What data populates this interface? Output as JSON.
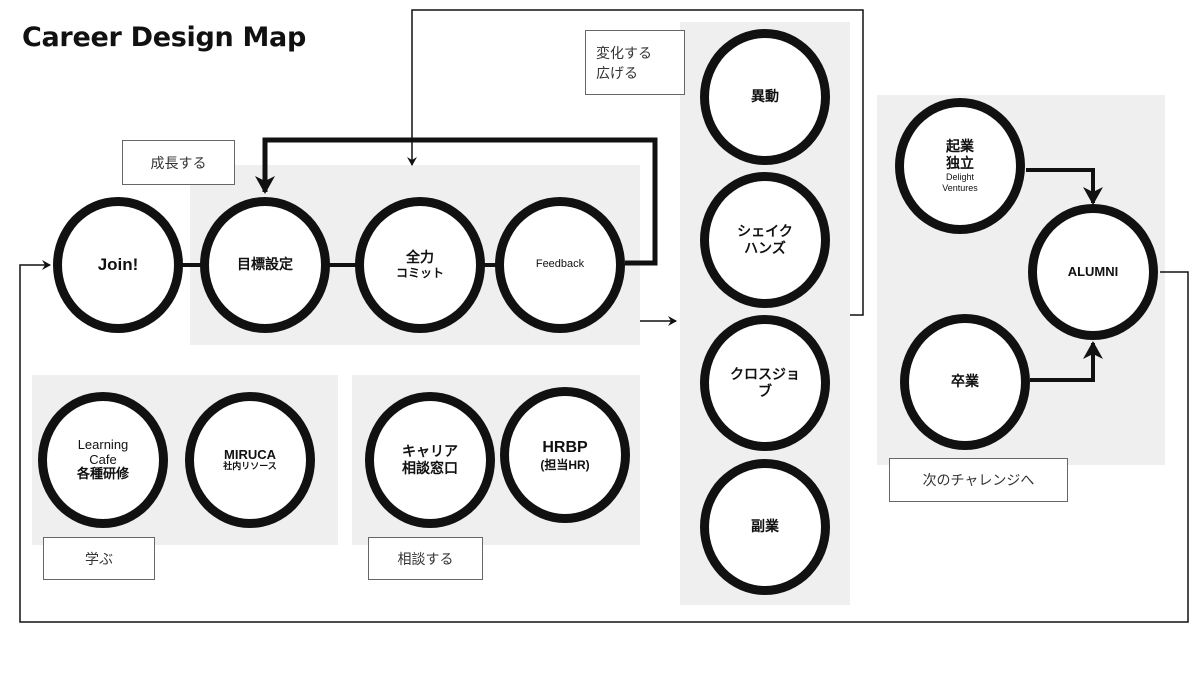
{
  "title": "Career Design Map",
  "groups": {
    "grow": "成長する",
    "change": [
      "変化する",
      "広げる"
    ],
    "learn": "学ぶ",
    "consult": "相談する",
    "next": "次のチャレンジへ"
  },
  "nodes": {
    "join": "Join!",
    "goal": "目標設定",
    "commit": [
      "全力",
      "コミット"
    ],
    "feedback": "Feedback",
    "transfer": "異動",
    "shakehands": [
      "シェイク",
      "ハンズ"
    ],
    "crossjob": [
      "クロスジョ",
      "ブ"
    ],
    "sidejob": "副業",
    "startup": [
      "起業",
      "独立",
      "Delight",
      "Ventures"
    ],
    "alumni": "ALUMNI",
    "graduate": "卒業",
    "learning": [
      "Learning",
      "Cafe",
      "各種研修"
    ],
    "miruca": [
      "MIRUCA",
      "社内リソース"
    ],
    "career": [
      "キャリア",
      "相談窓口"
    ],
    "hrbp": [
      "HRBP",
      "(担当HR)"
    ]
  }
}
